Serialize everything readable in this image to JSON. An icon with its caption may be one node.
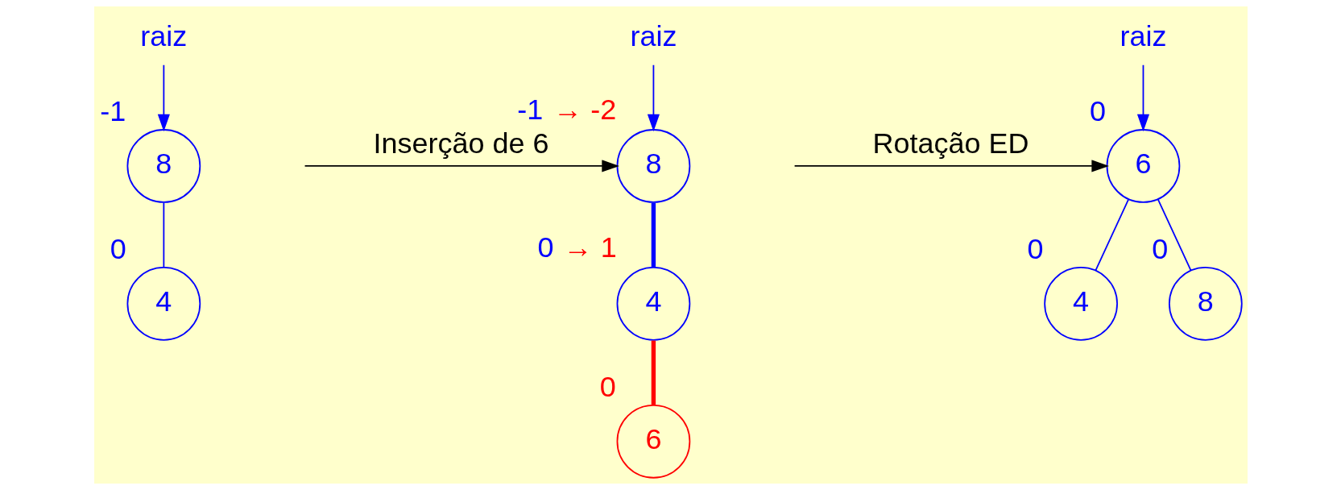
{
  "diagram": {
    "nodes": [
      {
        "text": [
          "raiz"
        ]
      },
      {
        "text": [
          "8"
        ],
        "beside": [
          "-1"
        ]
      },
      {
        "text": [
          "4"
        ],
        "beside": [
          "0"
        ]
      },
      {
        "text": [
          "raiz"
        ]
      },
      {
        "text": [
          "8"
        ],
        "beside": [
          "-1",
          "→ -2"
        ]
      },
      {
        "text": [
          "4"
        ],
        "beside": [
          "0",
          "→ 1"
        ]
      },
      {
        "text": [
          "6"
        ],
        "beside": [
          "0"
        ]
      },
      {
        "text": [
          "raiz"
        ]
      },
      {
        "text": [
          "6"
        ],
        "beside": [
          "0"
        ]
      },
      {
        "text": [
          "4"
        ],
        "beside": [
          "0"
        ]
      },
      {
        "text": [
          "8"
        ],
        "beside": [
          "0"
        ]
      }
    ],
    "edges": [
      {
        "from": 0,
        "to": 1,
        "arrow": "to"
      },
      {
        "from": 1,
        "to": 2,
        "arrow": "none"
      },
      {
        "from": 3,
        "to": 4,
        "arrow": "to"
      },
      {
        "from": 4,
        "to": 5,
        "arrow": "none",
        "style": "thick"
      },
      {
        "from": 5,
        "to": 6,
        "arrow": "none",
        "style": "thick",
        "color": "#ff0000"
      },
      {
        "from": 7,
        "to": 8,
        "arrow": "to"
      },
      {
        "from": 8,
        "to": 9,
        "arrow": "none"
      },
      {
        "from": 8,
        "to": 10,
        "arrow": "none"
      },
      {
        "from": null,
        "to": 4,
        "arrow": "to",
        "label": "Inserção de 6",
        "color": "#000000"
      },
      {
        "from": null,
        "to": 8,
        "arrow": "to",
        "label": "Rotação ED",
        "color": "#000000"
      }
    ]
  }
}
